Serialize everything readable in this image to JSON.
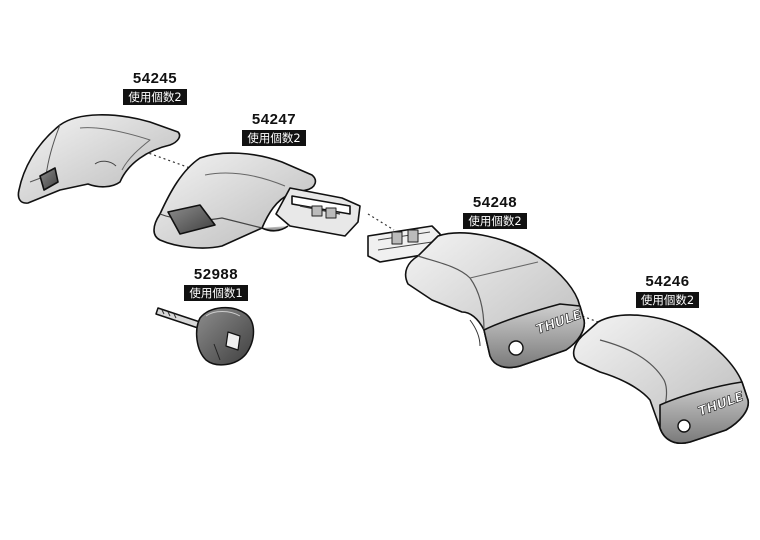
{
  "parts": [
    {
      "id": "p54245",
      "number": "54245",
      "qty_label": "使用個数2"
    },
    {
      "id": "p54247",
      "number": "54247",
      "qty_label": "使用個数2"
    },
    {
      "id": "p54248",
      "number": "54248",
      "qty_label": "使用個数2",
      "brand": "THULE"
    },
    {
      "id": "p54246",
      "number": "54246",
      "qty_label": "使用個数2",
      "brand": "THULE"
    },
    {
      "id": "p52988",
      "number": "52988",
      "qty_label": "使用個数1"
    }
  ]
}
